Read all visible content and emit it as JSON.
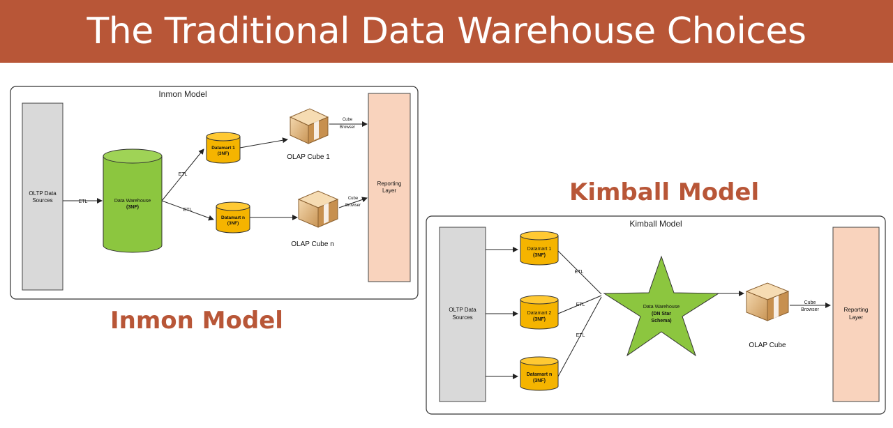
{
  "slide": {
    "title": "The Traditional Data Warehouse Choices",
    "inmon_caption": "Inmon Model",
    "kimball_caption": "Kimball Model"
  },
  "inmon": {
    "frame_title": "Inmon Model",
    "sources": [
      "OLTP Data",
      "Sources"
    ],
    "etl": "ETL",
    "warehouse": [
      "Data Warehouse",
      "(3NF)"
    ],
    "datamart_1": [
      "Datamart 1",
      "(3NF)"
    ],
    "datamart_n": [
      "Datamart n",
      "(3NF)"
    ],
    "cube_1": "OLAP Cube 1",
    "cube_n": "OLAP Cube n",
    "cube_browser": [
      "Cube",
      "Browser"
    ],
    "reporting": [
      "Reporting",
      "Layer"
    ]
  },
  "kimball": {
    "frame_title": "Kimball Model",
    "sources": [
      "OLTP Data",
      "Sources"
    ],
    "etl": "ETL",
    "datamart_1": [
      "Datamart 1",
      "(3NF)"
    ],
    "datamart_2": [
      "Datamart 2",
      "(3NF)"
    ],
    "datamart_n": [
      "Datamart n",
      "(3NF)"
    ],
    "warehouse": [
      "Data Warehouse",
      "(DN Star",
      "Schema)"
    ],
    "cube": "OLAP Cube",
    "cube_browser": [
      "Cube",
      "Browser"
    ],
    "reporting": [
      "Reporting",
      "Layer"
    ]
  },
  "colors": {
    "banner": "#b85637",
    "caption": "#b85637",
    "source_box": "#d9d9d9",
    "warehouse_green": "#8cc63f",
    "datamart_gold": "#f5b400",
    "reporting_box": "#f9d3bd",
    "cube_tan": "#e8c08a"
  },
  "icons": {
    "cube": "package-box-icon"
  }
}
